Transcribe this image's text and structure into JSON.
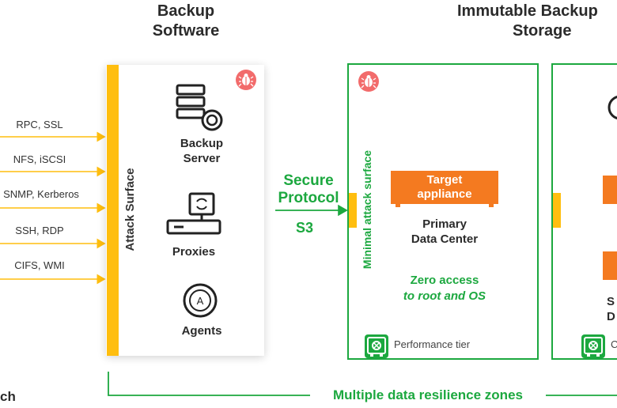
{
  "headings": {
    "backup_software": [
      "Backup",
      "Software"
    ],
    "immutable_storage": [
      "Immutable Backup",
      "Storage"
    ]
  },
  "protocols": [
    "RPC, SSL",
    "NFS, iSCSI",
    "SNMP, Kerberos",
    "SSH, RDP",
    "CIFS, WMI"
  ],
  "attack_surface_label": "Attack Surface",
  "components": {
    "backup_server": [
      "Backup",
      "Server"
    ],
    "proxies": "Proxies",
    "agents": "Agents"
  },
  "secure_protocol": {
    "label": [
      "Secure",
      "Protocol"
    ],
    "name": "S3"
  },
  "primary_zone": {
    "side_label": "Minimal attack surface",
    "target": [
      "Target",
      "appliance"
    ],
    "location": [
      "Primary",
      "Data Center"
    ],
    "zero_access": "Zero access",
    "zero_access_sub": "to root and OS",
    "tier": "Performance tier"
  },
  "secondary_zone": {
    "location_partial": [
      "S",
      "D"
    ],
    "tier_partial": "C"
  },
  "bottom_label": "Multiple data resilience zones",
  "left_cut_label": "ch",
  "colors": {
    "accent_green": "#1ca83f",
    "attack_yellow": "#ffbe0f",
    "target_orange": "#f47a20",
    "badge_red": "#f26b6b"
  },
  "icons": [
    "bug-icon",
    "server-icon",
    "proxy-icon",
    "agent-icon",
    "vault-icon",
    "lock-icon"
  ]
}
